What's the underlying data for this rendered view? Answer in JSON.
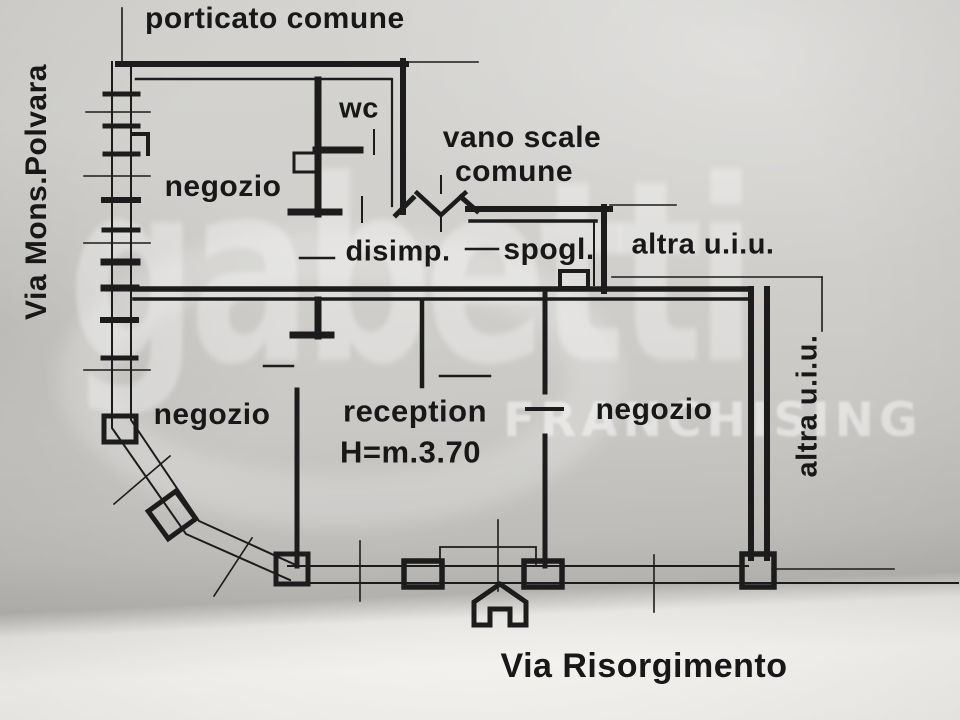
{
  "labels": {
    "porticato": "porticato comune",
    "via_left": "Via Mons.Polvara",
    "via_bottom": "Via Risorgimento",
    "negozio_top": "negozio",
    "wc": "wc",
    "vano_scale_line1": "vano scale",
    "vano_scale_line2": "comune",
    "disimp": "disimp.",
    "spogl": "spogl.",
    "altra_top": "altra u.i.u.",
    "negozio_left": "negozio",
    "reception": "reception",
    "reception_height": "H=m.3.70",
    "negozio_right": "negozio",
    "altra_right": "altra u.i.u."
  },
  "watermark": {
    "brand": "gabetti",
    "franchising": "FRANCHISING"
  },
  "colors": {
    "ink": "#1c1c1c",
    "paper": "#cfcecb",
    "paper_bright": "#f4f3f0",
    "watermark_white": "#ffffff"
  }
}
